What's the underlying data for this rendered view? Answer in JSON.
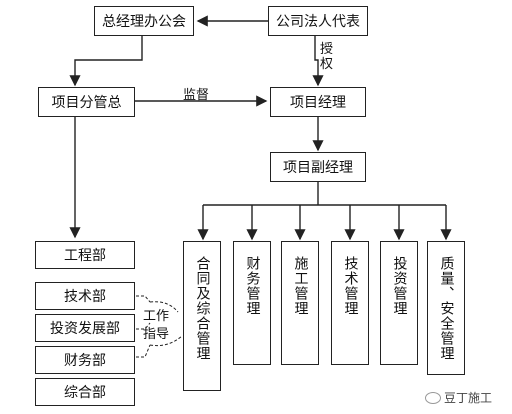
{
  "nodes": {
    "office": "总经理办公会",
    "legal_rep": "公司法人代表",
    "general_manager": "项目分管总",
    "project_manager": "项目经理",
    "deputy_manager": "项目副经理"
  },
  "edge_labels": {
    "authorize": "授权",
    "supervise": "监督",
    "guidance": "工作指导"
  },
  "departments": [
    "工程部",
    "技术部",
    "投资发展部",
    "财务部",
    "综合部"
  ],
  "management": [
    "合同及综合管理",
    "财务管理",
    "施工管理",
    "技术管理",
    "投资管理",
    "质量、安全管理"
  ],
  "watermark": "豆丁施工"
}
